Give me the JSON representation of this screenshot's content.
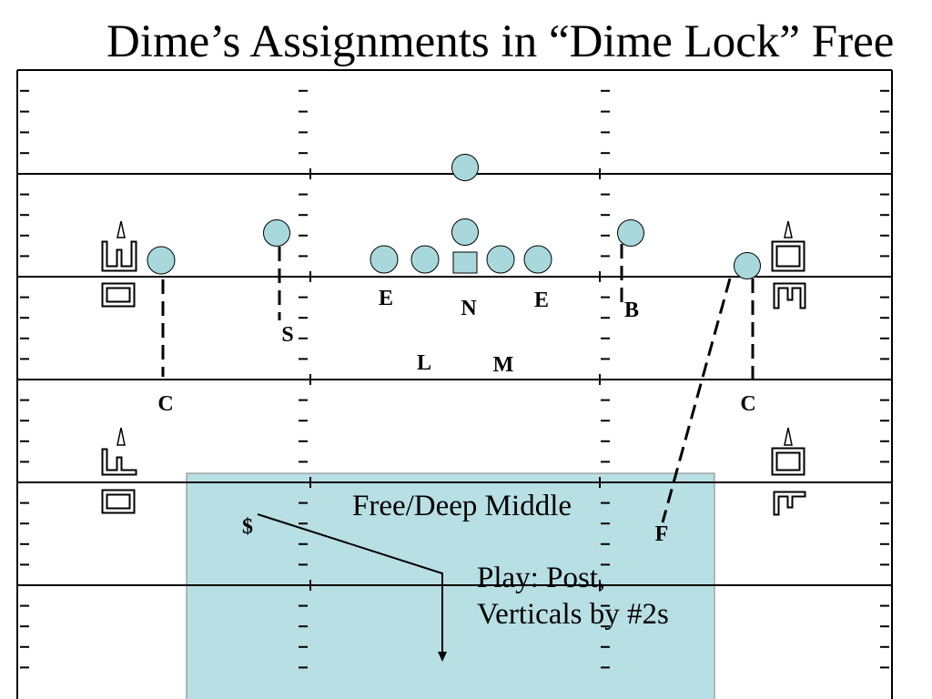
{
  "title": "Dime’s Assignments in “Dime Lock” Free",
  "labels": {
    "c_left": "C",
    "s": "S",
    "e_left": "E",
    "n": "N",
    "e_right": "E",
    "b": "B",
    "l": "L",
    "m": "M",
    "c_right": "C",
    "f": "F",
    "dollar": "$"
  },
  "zone": {
    "label": "Free/Deep Middle",
    "play_line1": "Play: Post,",
    "play_line2": "Verticals by #2s"
  },
  "colors": {
    "player_fill": "#a8d8dc",
    "zone_fill": "#b8dfe4",
    "zone_border": "#808080",
    "lines": "#000000"
  }
}
